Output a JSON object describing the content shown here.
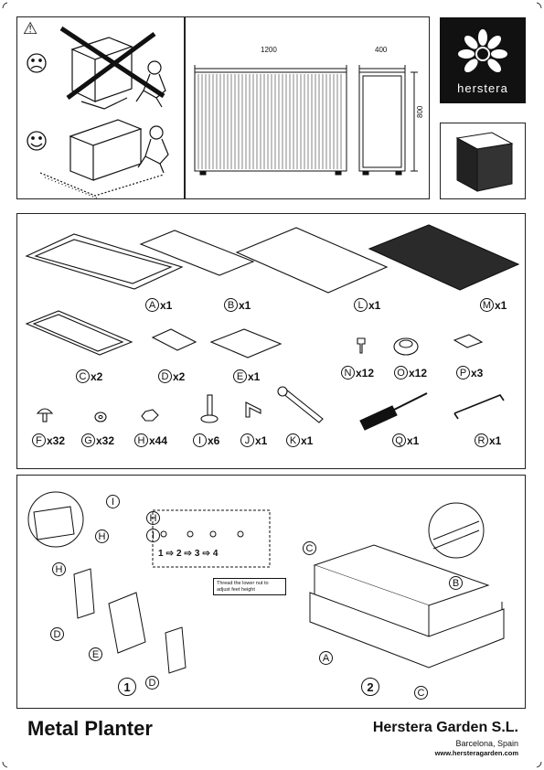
{
  "header": {
    "warning_symbol": "⚠",
    "dimensions": {
      "width": "1200",
      "depth": "400",
      "height": "800"
    },
    "logo": {
      "brand": "herstera",
      "icon": "flower-logo-icon"
    }
  },
  "parts": [
    {
      "id": "A",
      "qty": "x1"
    },
    {
      "id": "B",
      "qty": "x1"
    },
    {
      "id": "L",
      "qty": "x1"
    },
    {
      "id": "M",
      "qty": "x1"
    },
    {
      "id": "C",
      "qty": "x2"
    },
    {
      "id": "D",
      "qty": "x2"
    },
    {
      "id": "E",
      "qty": "x1"
    },
    {
      "id": "N",
      "qty": "x12"
    },
    {
      "id": "O",
      "qty": "x12"
    },
    {
      "id": "P",
      "qty": "x3"
    },
    {
      "id": "F",
      "qty": "x32"
    },
    {
      "id": "G",
      "qty": "x32"
    },
    {
      "id": "H",
      "qty": "x44"
    },
    {
      "id": "I",
      "qty": "x6"
    },
    {
      "id": "J",
      "qty": "x1"
    },
    {
      "id": "K",
      "qty": "x1"
    },
    {
      "id": "Q",
      "qty": "x1"
    },
    {
      "id": "R",
      "qty": "x1"
    }
  ],
  "assembly": {
    "step1": "1",
    "step2": "2",
    "sequence": [
      "1",
      "2",
      "3",
      "4"
    ],
    "arrow": "⇨",
    "note": "Thread the lower nut to adjust feet height",
    "callouts": {
      "I": "I",
      "H": "H",
      "D": "D",
      "E": "E",
      "C": "C",
      "B": "B",
      "A": "A"
    }
  },
  "footer": {
    "title": "Metal Planter",
    "company": "Herstera Garden S.L.",
    "city": "Barcelona, Spain",
    "website": "www.hersteragarden.com"
  },
  "colors": {
    "ink": "#111111",
    "panel_fill": "#ffffff",
    "mesh": "#2a2a2a"
  }
}
